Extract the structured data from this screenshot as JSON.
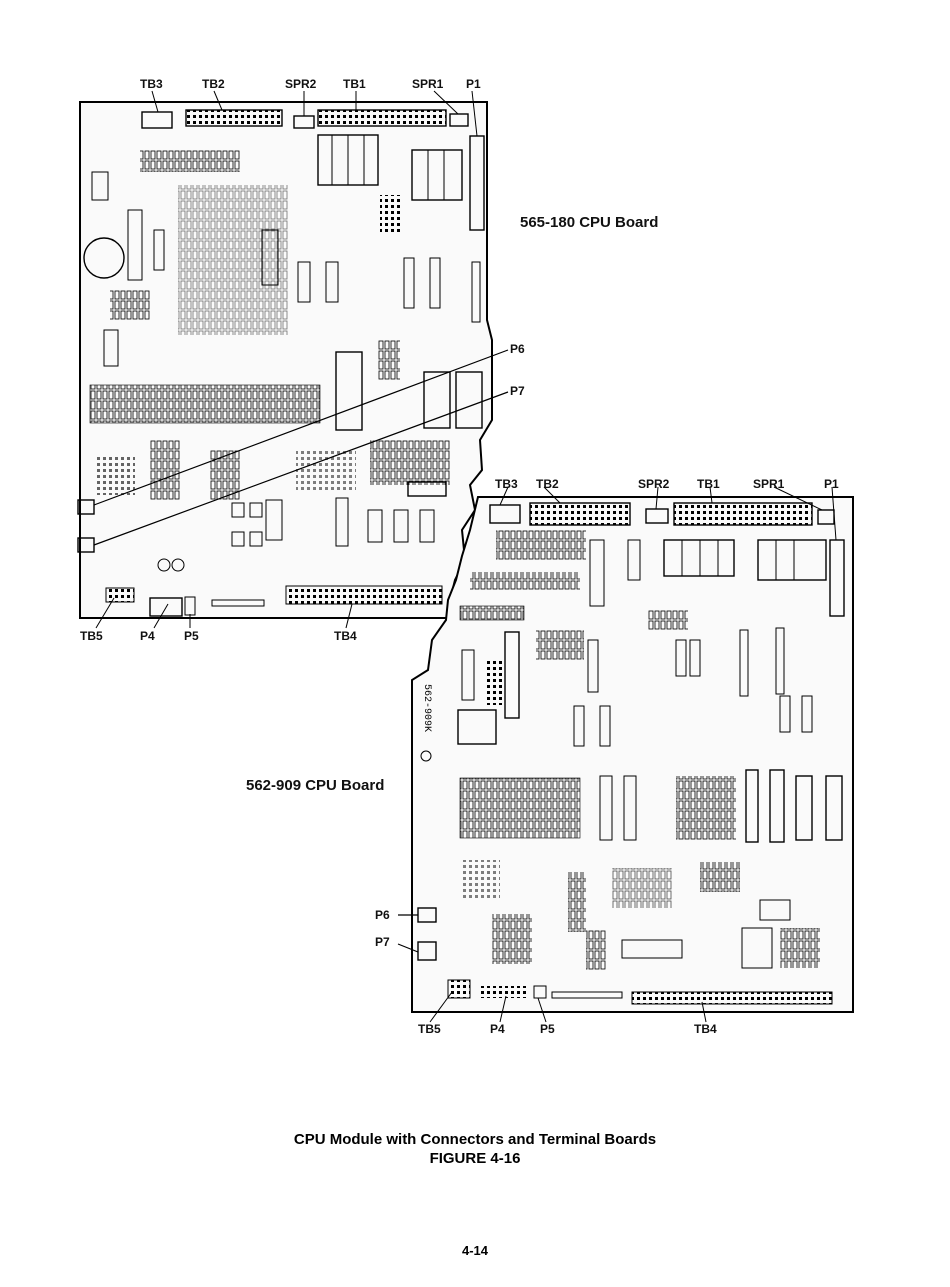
{
  "board_top": {
    "name": "565-180 CPU Board",
    "top_labels": [
      "TB3",
      "TB2",
      "SPR2",
      "TB1",
      "SPR1",
      "P1"
    ],
    "side_labels": [
      "P6",
      "P7"
    ],
    "bottom_labels": [
      "TB5",
      "P4",
      "P5",
      "TB4"
    ]
  },
  "board_bottom": {
    "name": "562-909 CPU Board",
    "top_labels": [
      "TB3",
      "TB2",
      "SPR2",
      "TB1",
      "SPR1",
      "P1"
    ],
    "side_labels": [
      "P6",
      "P7"
    ],
    "bottom_labels": [
      "TB5",
      "P4",
      "P5",
      "TB4"
    ],
    "part_marking": "562-909K"
  },
  "caption": {
    "line1": "CPU Module with Connectors and Terminal Boards",
    "line2": "FIGURE 4-16"
  },
  "page_number": "4-14"
}
